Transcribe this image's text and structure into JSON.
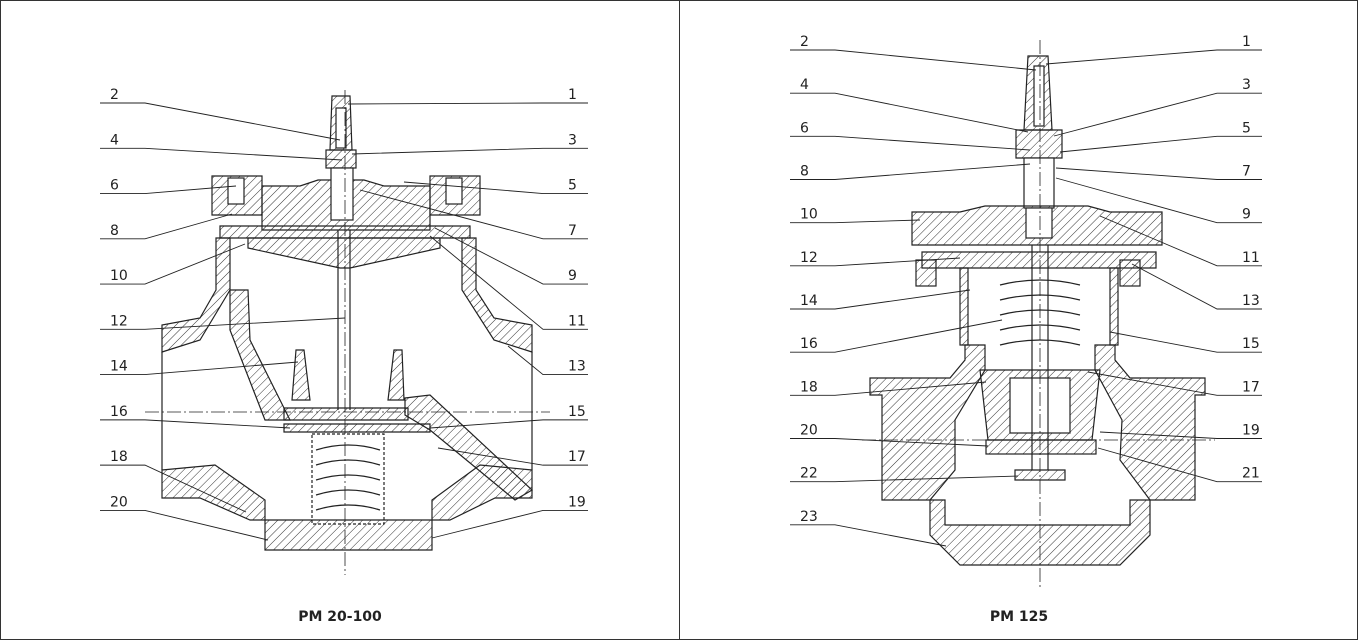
{
  "panels": [
    {
      "caption": "PM 20-100",
      "left_labels": [
        "2",
        "4",
        "6",
        "8",
        "10",
        "12",
        "14",
        "16",
        "18",
        "20"
      ],
      "right_labels": [
        "1",
        "3",
        "5",
        "7",
        "9",
        "11",
        "13",
        "15",
        "17",
        "19"
      ]
    },
    {
      "caption": "PM 125",
      "left_labels": [
        "2",
        "4",
        "6",
        "8",
        "10",
        "12",
        "14",
        "16",
        "18",
        "20",
        "22",
        "23"
      ],
      "right_labels": [
        "1",
        "3",
        "5",
        "7",
        "9",
        "11",
        "13",
        "15",
        "17",
        "19",
        "21"
      ]
    }
  ],
  "colors": {
    "line": "#222222",
    "border": "#333333",
    "background": "#ffffff"
  }
}
